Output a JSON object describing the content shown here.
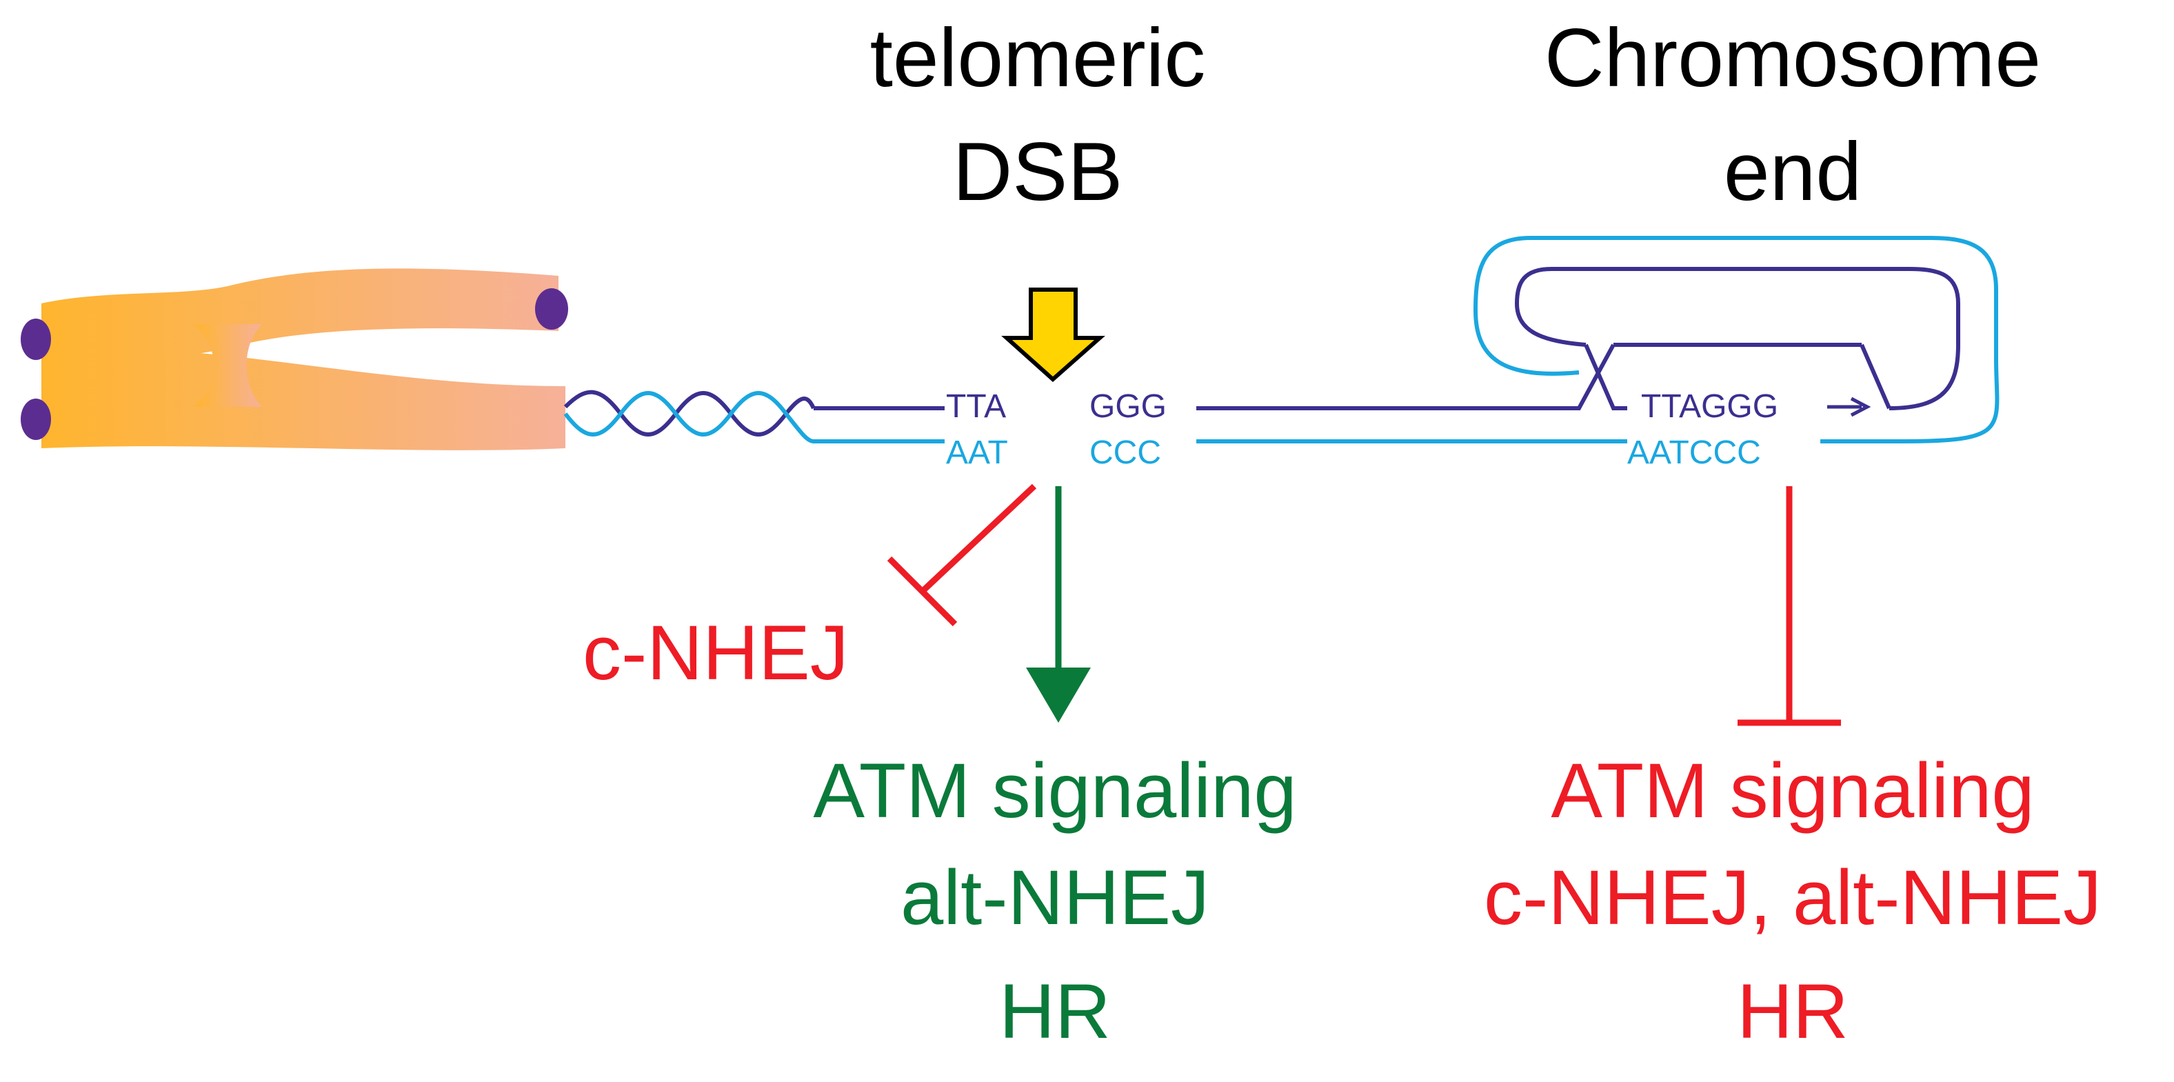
{
  "labels": {
    "dsb_line1": "telomeric",
    "dsb_line2": "DSB",
    "end_line1": "Chromosome",
    "end_line2": "end"
  },
  "sequences": {
    "dsb_top_left": "TTA",
    "dsb_top_right": "GGG",
    "dsb_bottom_left": "AAT",
    "dsb_bottom_right": "CCC",
    "loop_top": "TTAGGG",
    "loop_bottom": "AATCCC"
  },
  "outcomes": {
    "inhibited_left": "c-NHEJ",
    "activated": [
      "ATM signaling",
      "alt-NHEJ",
      "HR"
    ],
    "inhibited_right": [
      "ATM signaling",
      "c-NHEJ, alt-NHEJ",
      "HR"
    ]
  },
  "colors": {
    "dark_strand": "#3b2f8f",
    "light_strand": "#1aa7e0",
    "green": "#0a7a3a",
    "red": "#ee1c25",
    "arrow_yellow": "#ffd400",
    "chromosome_left": "#ffb52e",
    "chromosome_right": "#f6b199",
    "telomere_cap": "#5b2d90"
  }
}
